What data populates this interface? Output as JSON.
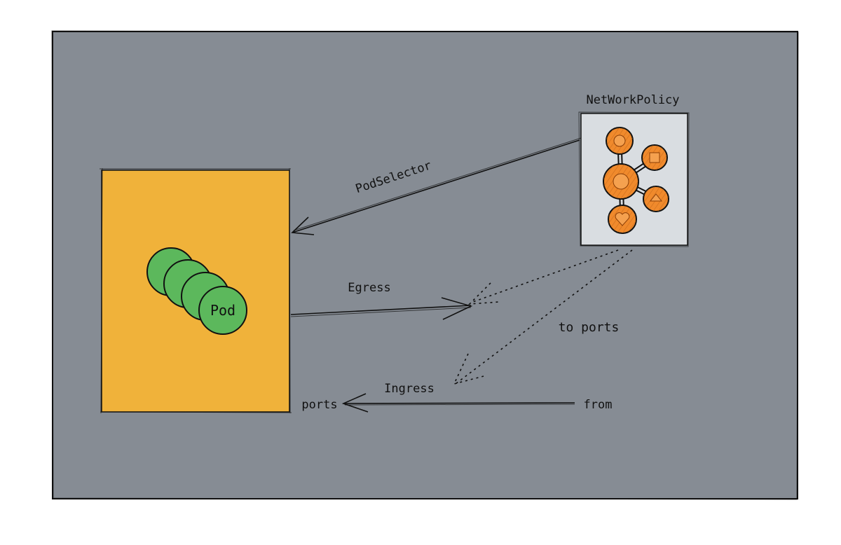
{
  "diagram": {
    "network_policy_label": "NetWorkPolicy",
    "pod_selector_label": "PodSelector",
    "pod_label": "Pod",
    "egress_label": "Egress",
    "to_ports_label": "to ports",
    "ingress_label": "Ingress",
    "ports_label": "ports",
    "from_label": "from"
  },
  "colors": {
    "background_panel": "#868c94",
    "pod_box": "#f0b23a",
    "pod_circles": "#5cb85c",
    "policy_card": "#d9dde1",
    "policy_nodes": "#f08a2c",
    "ink": "#111111"
  },
  "icons": {
    "policy_icon": "network-graph-icon",
    "pod_stack": "pod-stack-icon"
  }
}
